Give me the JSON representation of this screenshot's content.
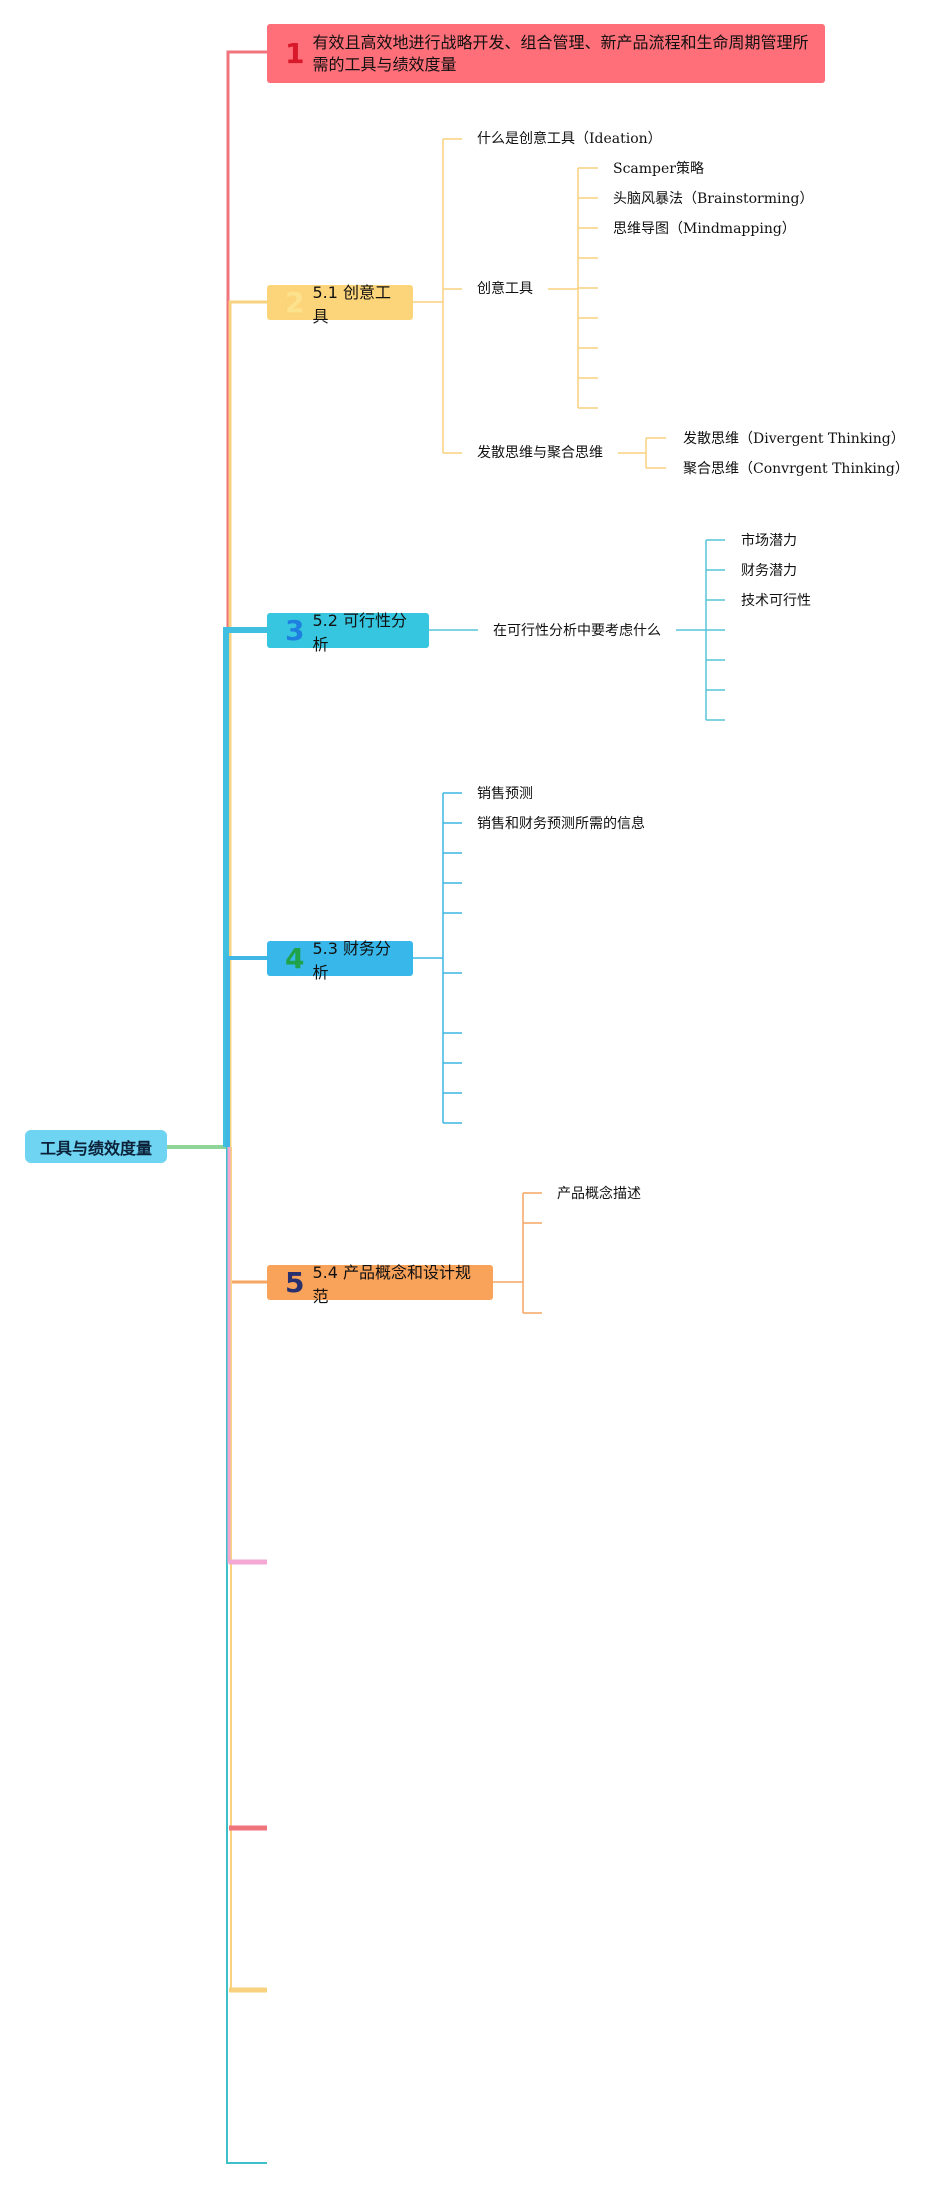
{
  "root": {
    "label": "工具与绩效度量"
  },
  "branches": [
    {
      "num": "1",
      "label": "有效且高效地进行战略开发、组合管理、新产品流程和生命周期管理所需的工具与绩效度量",
      "color": "#ff6f79",
      "num_color": "#d8192b"
    },
    {
      "num": "2",
      "label": "5.1 创意工具",
      "color": "#fcd57a",
      "num_color": "#fde28d"
    },
    {
      "num": "3",
      "label": "5.2 可行性分析",
      "color": "#36c6e0",
      "num_color": "#1f7fe0"
    },
    {
      "num": "4",
      "label": "5.3 财务分析",
      "color": "#38b7ea",
      "num_color": "#1fa24a"
    },
    {
      "num": "5",
      "label": "5.4 产品概念和设计规范",
      "color": "#f9a25a",
      "num_color": "#28306e"
    }
  ],
  "creative": {
    "what_is": "什么是创意工具（Ideation）",
    "tools": "创意工具",
    "tools_items": [
      "Scamper策略",
      "头脑风暴法（Brainstorming）",
      "思维导图（Mindmapping）"
    ],
    "divergent": "发散思维与聚合思维",
    "divergent_items": [
      "发散思维（Divergent Thinking）",
      "聚合思维（Convrgent Thinking）"
    ]
  },
  "feasibility": {
    "consider": "在可行性分析中要考虑什么",
    "items": [
      "市场潜力",
      "财务潜力",
      "技术可行性"
    ]
  },
  "financial": {
    "items": [
      "销售预测",
      "销售和财务预测所需的信息"
    ]
  },
  "concept": {
    "items": [
      "产品概念描述"
    ]
  },
  "colors": {
    "red": "#f0747c",
    "yellow": "#f8d27e",
    "teal": "#57c6d8",
    "blue": "#3fb6e3",
    "orange": "#f6a562",
    "pink": "#f4a8d4",
    "green": "#8fd59a",
    "cyan": "#3ec0c8"
  }
}
